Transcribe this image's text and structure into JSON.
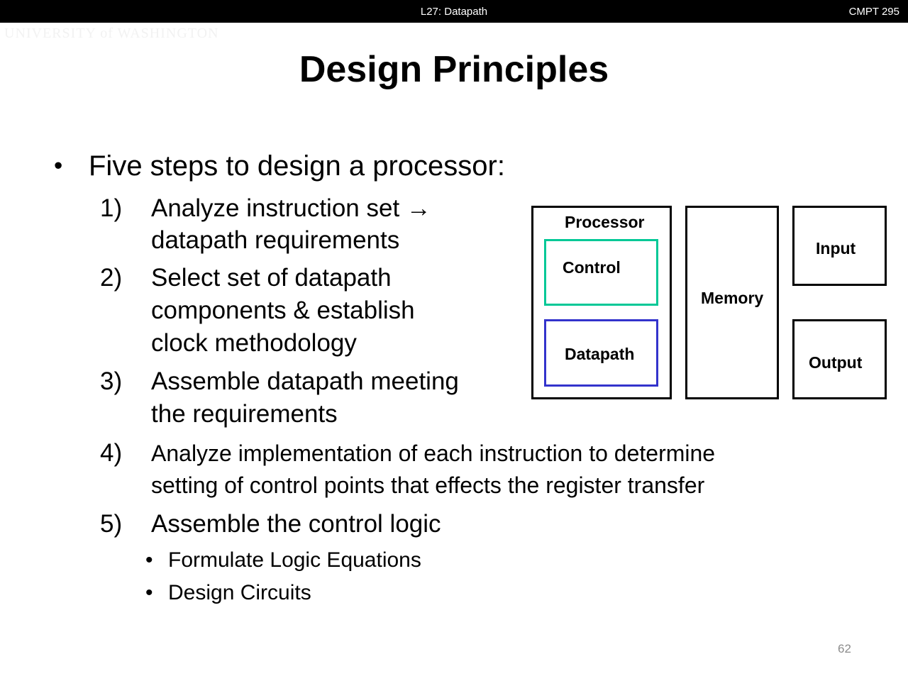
{
  "header": {
    "lecture": "L27: Datapath",
    "course": "CMPT 295"
  },
  "watermark": "UNIVERSITY of WASHINGTON",
  "title": "Design Principles",
  "bullet": "Five steps to design a processor:",
  "steps": [
    {
      "num": "1)",
      "lines": [
        "Analyze instruction set →",
        "datapath requirements"
      ]
    },
    {
      "num": "2)",
      "lines": [
        "Select set of datapath",
        "components & establish",
        "clock methodology"
      ]
    },
    {
      "num": "3)",
      "lines": [
        "Assemble datapath meeting",
        "the requirements"
      ]
    },
    {
      "num": "4)",
      "lines": [
        "Analyze implementation of each instruction to determine",
        "setting of control points that effects the register transfer"
      ]
    },
    {
      "num": "5)",
      "lines": [
        "Assemble the control logic"
      ]
    }
  ],
  "subbullets": [
    "Formulate Logic Equations",
    "Design Circuits"
  ],
  "diagram": {
    "processor": "Processor",
    "control": "Control",
    "datapath": "Datapath",
    "memory": "Memory",
    "input": "Input",
    "output": "Output",
    "control_color": "#00c896",
    "datapath_color": "#3333cc"
  },
  "page_number": "62"
}
